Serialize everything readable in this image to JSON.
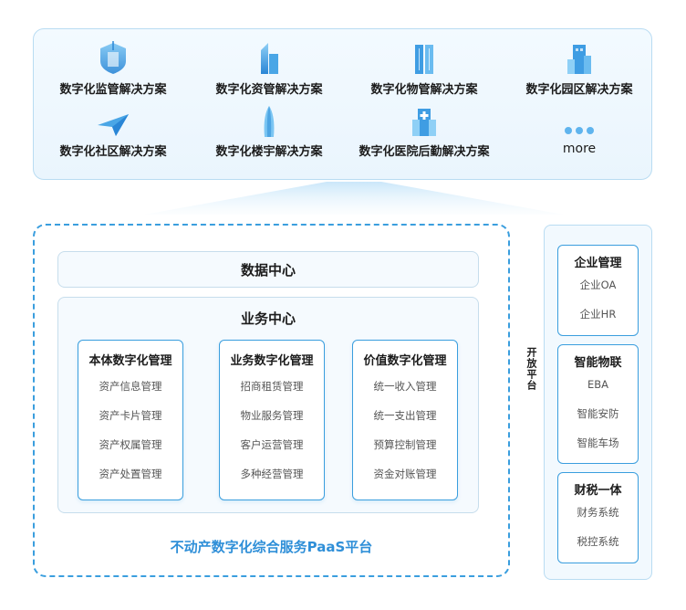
{
  "solutions": [
    {
      "label": "数字化监管解决方案",
      "icon": "shield-building-icon"
    },
    {
      "label": "数字化资管解决方案",
      "icon": "tower-building-icon"
    },
    {
      "label": "数字化物管解决方案",
      "icon": "twin-building-icon"
    },
    {
      "label": "数字化园区解决方案",
      "icon": "park-building-icon"
    },
    {
      "label": "数字化社区解决方案",
      "icon": "paper-plane-icon"
    },
    {
      "label": "数字化楼宇解决方案",
      "icon": "skyscraper-icon"
    },
    {
      "label": "数字化医院后勤解决方案",
      "icon": "hospital-icon"
    },
    {
      "label": "more",
      "icon": "more-dots-icon"
    }
  ],
  "data_center": {
    "title": "数据中心"
  },
  "business_center": {
    "title": "业务中心",
    "cards": [
      {
        "title": "本体数字化管理",
        "items": [
          "资产信息管理",
          "资产卡片管理",
          "资产权属管理",
          "资产处置管理"
        ]
      },
      {
        "title": "业务数字化管理",
        "items": [
          "招商租赁管理",
          "物业服务管理",
          "客户运营管理",
          "多种经营管理"
        ]
      },
      {
        "title": "价值数字化管理",
        "items": [
          "统一收入管理",
          "统一支出管理",
          "预算控制管理",
          "资金对账管理"
        ]
      }
    ]
  },
  "paas_label": "不动产数字化综合服务PaaS平台",
  "open_platform": {
    "label": "开放平台",
    "cards": [
      {
        "title": "企业管理",
        "items": [
          "企业OA",
          "企业HR"
        ]
      },
      {
        "title": "智能物联",
        "items": [
          "EBA",
          "智能安防",
          "智能车场"
        ]
      },
      {
        "title": "财税一体",
        "items": [
          "财务系统",
          "税控系统"
        ]
      }
    ]
  },
  "colors": {
    "accent": "#3a9ede",
    "icon_blue": "#2f8fd8",
    "panel_bg": "#eef7fd"
  }
}
